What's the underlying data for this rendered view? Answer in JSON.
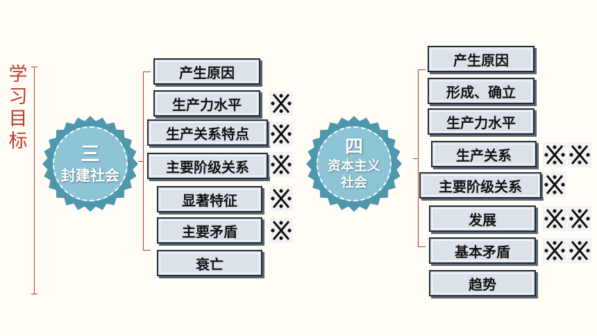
{
  "side_title": "学习目标",
  "left_seal": {
    "line1": "三",
    "line2": "封建社会"
  },
  "right_seal": {
    "line1": "四",
    "line2": "资本主义",
    "line3": "社会"
  },
  "left_items": [
    "产生原因",
    "生产力水平",
    "生产关系特点",
    "主要阶级关系",
    "显著特征",
    "主要矛盾",
    "衰亡"
  ],
  "right_items": [
    "产生原因",
    "形成、确立",
    "生产力水平",
    "生产关系",
    "主要阶级关系",
    "发展",
    "基本矛盾",
    "趋势"
  ],
  "colors": {
    "accent": "#c0392b",
    "seal": "#8cc4d6",
    "box": "#dbe2ea",
    "border": "#1f2a36"
  },
  "mark_icon": "cross-dots-icon"
}
